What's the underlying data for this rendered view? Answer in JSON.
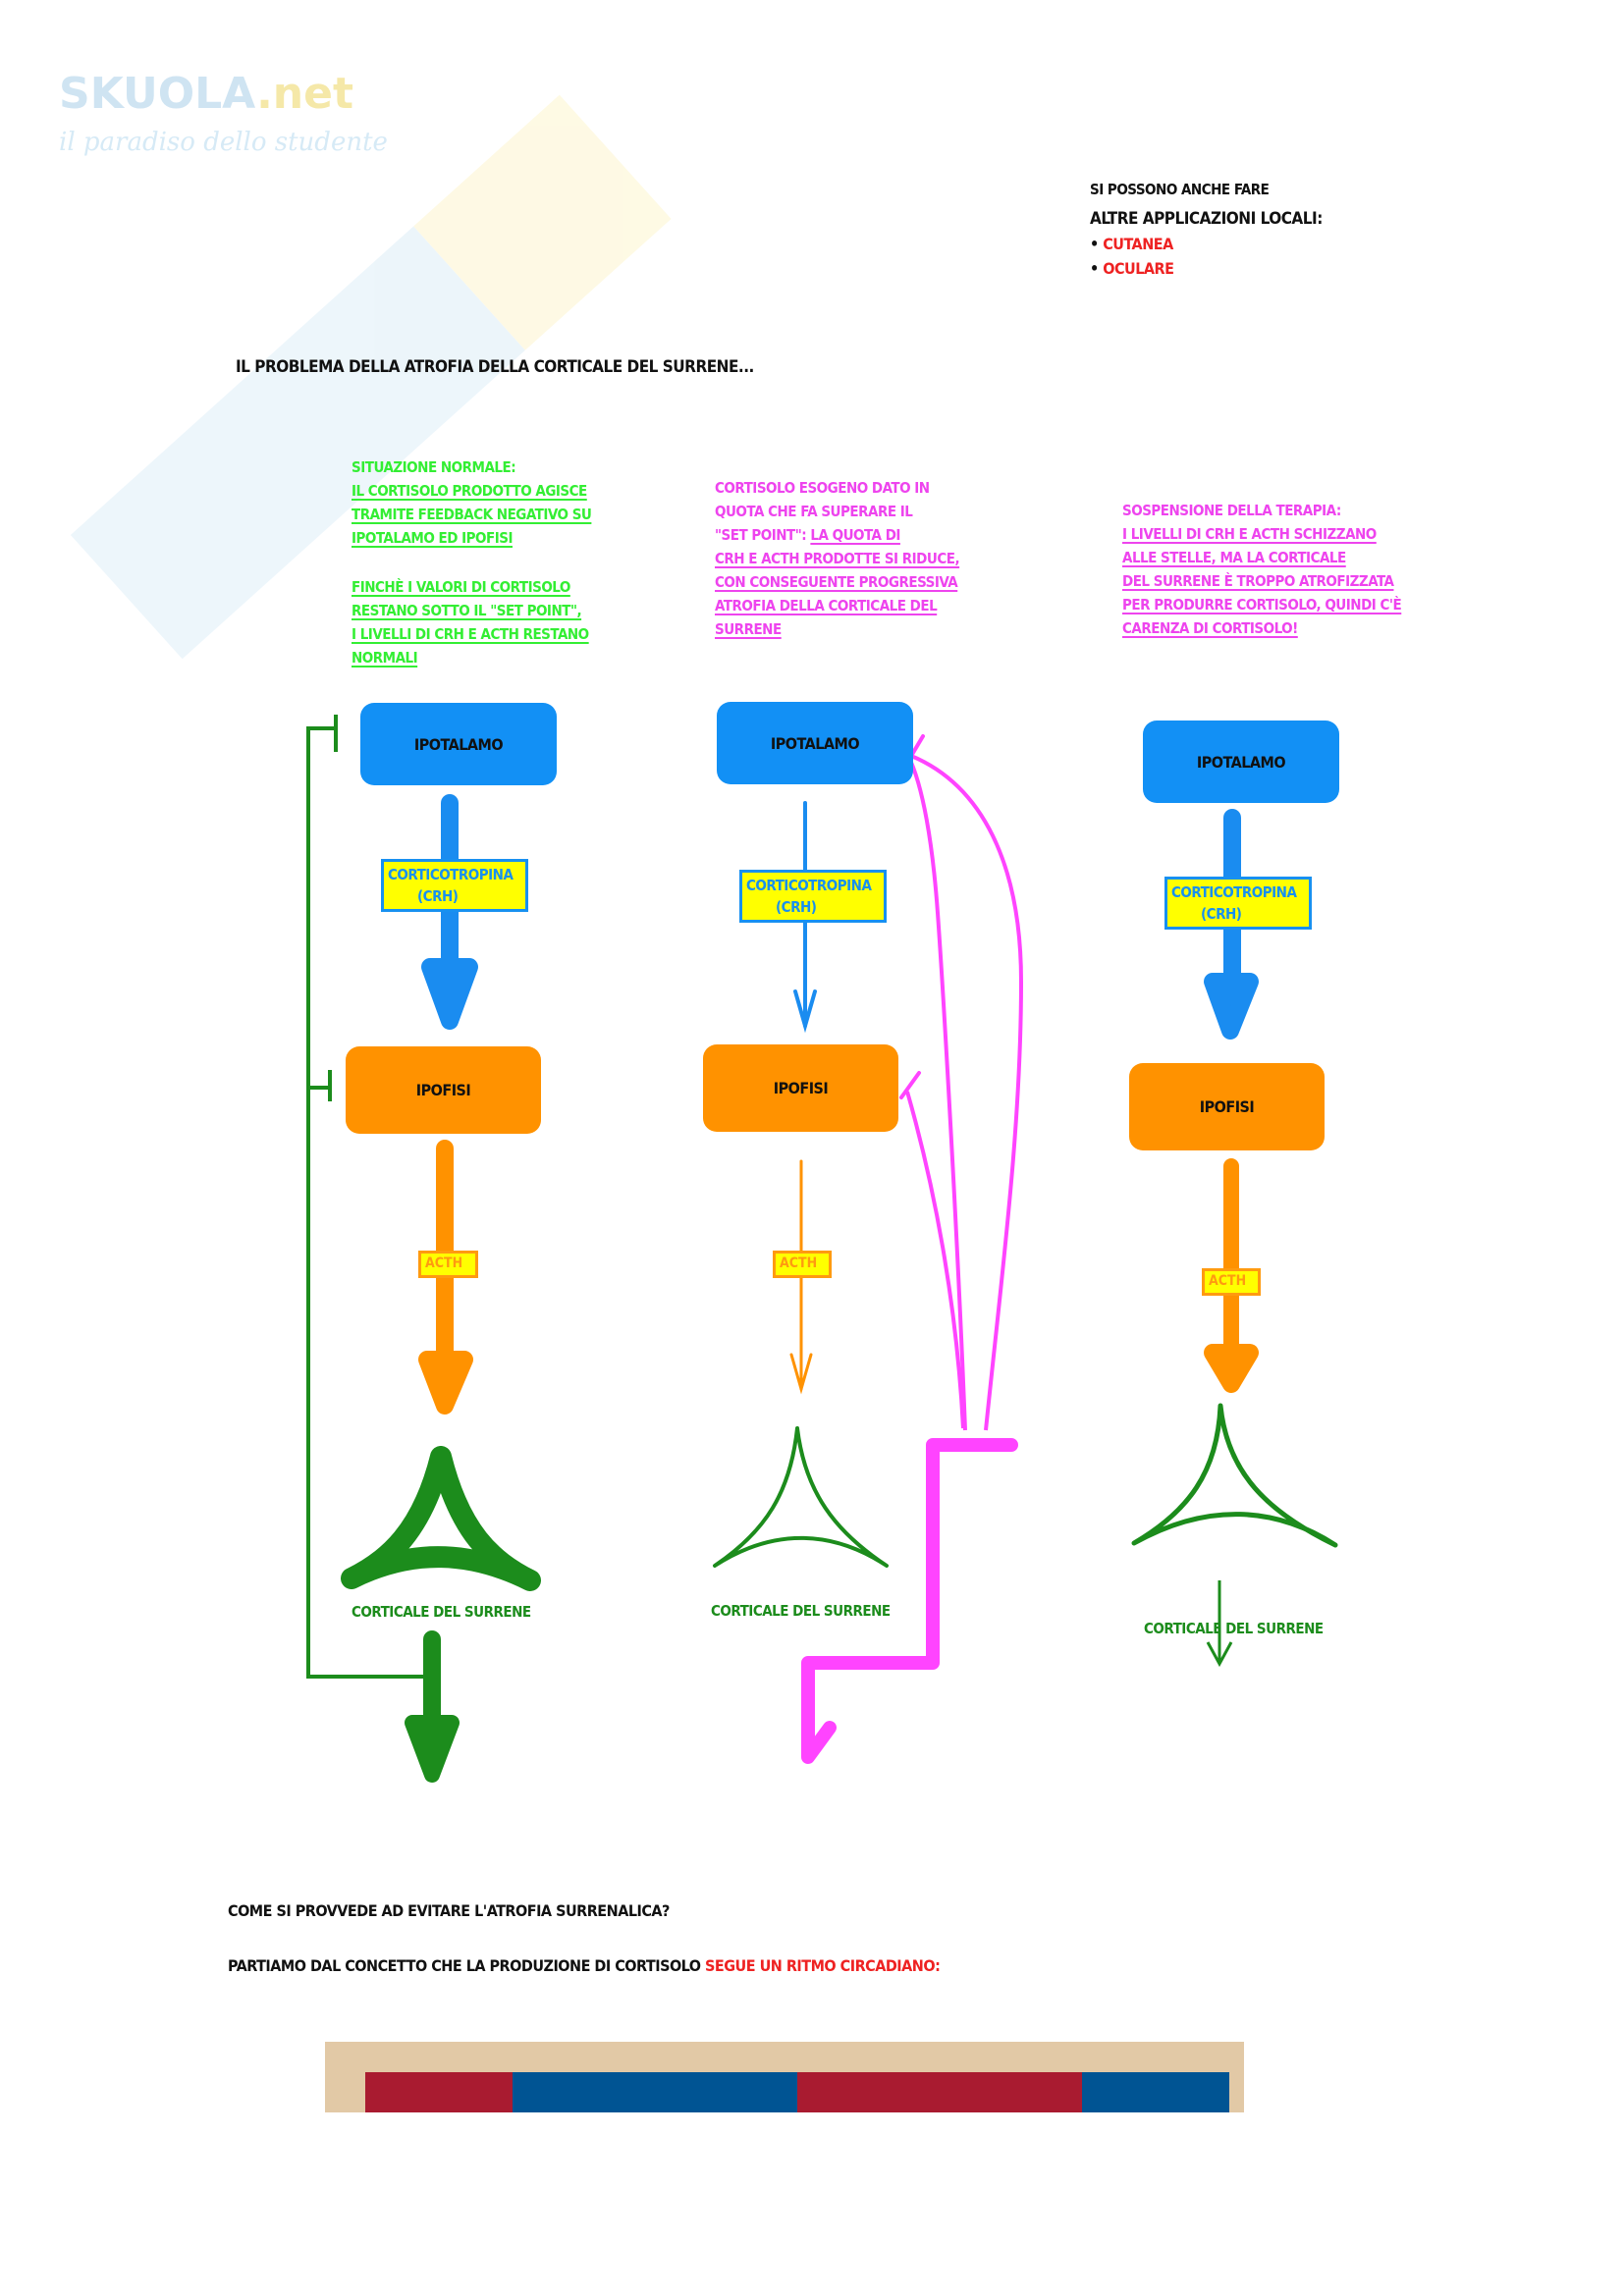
{
  "watermark": {
    "brand": "SKUOLA.net",
    "brand_main": "SKUOLA",
    "brand_suffix": ".net",
    "tagline": "il paradiso dello studente"
  },
  "top_note": {
    "cut_line": "SI POSSONO ANCHE FARE",
    "line": "ALTRE APPLICAZIONI LOCALI:",
    "items": [
      "CUTANEA",
      "OCULARE"
    ],
    "bullet": "•"
  },
  "section_title": "IL PROBLEMA DELLA ATROFIA DELLA CORTICALE DEL SURRENE...",
  "columns": [
    {
      "id": "normal",
      "description": {
        "heading": "SITUAZIONE NORMALE:",
        "lines_a": [
          "IL CORTISOLO PRODOTTO AGISCE",
          "TRAMITE FEEDBACK NEGATIVO SU",
          "IPOTALAMO ED IPOFISI"
        ],
        "lines_b": [
          "FINCHÈ I VALORI DI CORTISOLO",
          "RESTANO SOTTO IL \"SET POINT\",",
          "I LIVELLI DI CRH E ACTH RESTANO",
          "NORMALI"
        ]
      },
      "hypothalamus": "IPOTALAMO",
      "crh_label": [
        "CORTICOTROPINA",
        "(CRH)"
      ],
      "pituitary": "IPOFISI",
      "acth_label": "ACTH",
      "adrenal": "CORTICALE DEL SURRENE"
    },
    {
      "id": "exogenous",
      "description": {
        "lines_plain": [
          "CORTISOLO ESOGENO DATO IN",
          "QUOTA CHE FA SUPERARE IL",
          "\"SET POINT\": "
        ],
        "inline_underlined": "LA QUOTA DI",
        "lines_underlined": [
          "CRH E ACTH PRODOTTE SI RIDUCE,",
          "CON CONSEGUENTE PROGRESSIVA",
          "ATROFIA DELLA CORTICALE DEL",
          "SURRENE"
        ]
      },
      "hypothalamus": "IPOTALAMO",
      "crh_label": [
        "CORTICOTROPINA",
        "(CRH)"
      ],
      "pituitary": "IPOFISI",
      "acth_label": "ACTH",
      "adrenal": "CORTICALE DEL SURRENE"
    },
    {
      "id": "suspension",
      "description": {
        "heading": "SOSPENSIONE DELLA TERAPIA:",
        "lines_underlined": [
          "I LIVELLI DI CRH E ACTH SCHIZZANO",
          "ALLE STELLE, MA LA CORTICALE",
          "DEL SURRENE È TROPPO ATROFIZZATA",
          "PER PRODURRE CORTISOLO, QUINDI C'È",
          "CARENZA DI CORTISOLO!"
        ]
      },
      "hypothalamus": "IPOTALAMO",
      "crh_label": [
        "CORTICOTROPINA",
        "(CRH)"
      ],
      "pituitary": "IPOFISI",
      "acth_label": "ACTH",
      "adrenal": "CORTICALE DEL SURRENE"
    }
  ],
  "question": "COME SI PROVVEDE AD EVITARE L'ATROFIA SURRENALICA?",
  "circadian": {
    "prefix": "PARTIAMO DAL CONCETTO CHE LA PRODUZIONE DI CORTISOLO ",
    "highlight": "SEGUE UN RITMO CIRCADIANO:"
  },
  "colors": {
    "hypothalamus": "#1290f5",
    "pituitary": "#ff9200",
    "adrenal": "#1c8c1c",
    "normal_text": "#33ee33",
    "therapy_text": "#ee44ee",
    "highlight_red": "#ee2222",
    "bar_red": "#a91b30",
    "bar_blue": "#005493",
    "bar_frame": "#e2c9a6"
  },
  "circadian_bar_segments": [
    {
      "color": "bar_red",
      "share": 0.17
    },
    {
      "color": "bar_blue",
      "share": 0.33
    },
    {
      "color": "bar_red",
      "share": 0.33
    },
    {
      "color": "bar_blue",
      "share": 0.17
    }
  ]
}
